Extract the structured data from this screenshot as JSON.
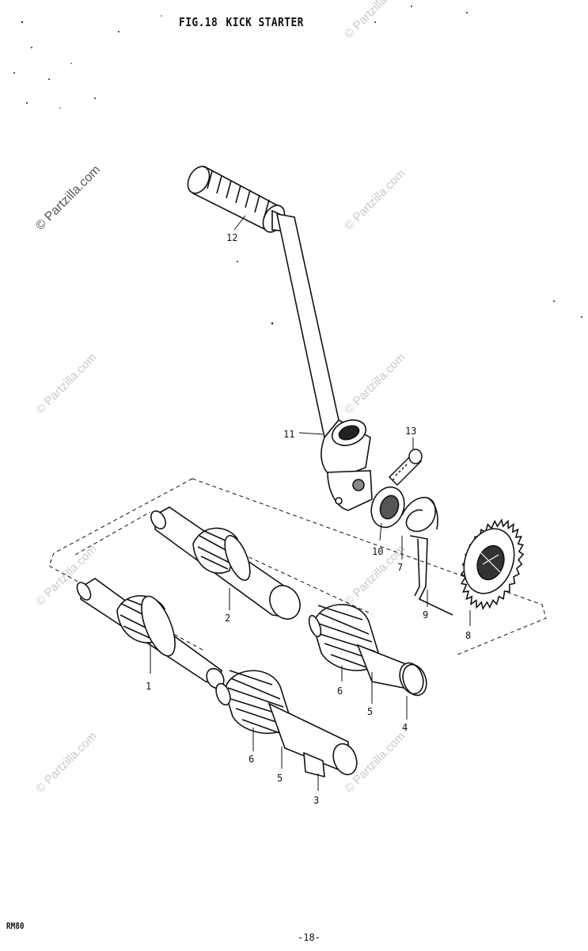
{
  "header": {
    "fig_label": "FIG.18",
    "fig_title": "KICK STARTER"
  },
  "footer": {
    "model": "RM80",
    "page": "-18-"
  },
  "watermark": {
    "text": "© Partzilla.com"
  },
  "callouts": [
    "1",
    "2",
    "3",
    "4",
    "5",
    "6",
    "5",
    "6",
    "7",
    "8",
    "9",
    "10",
    "11",
    "12",
    "13"
  ],
  "colors": {
    "ink": "#111111",
    "watermark": "#c9c9c9",
    "paper": "#ffffff"
  }
}
